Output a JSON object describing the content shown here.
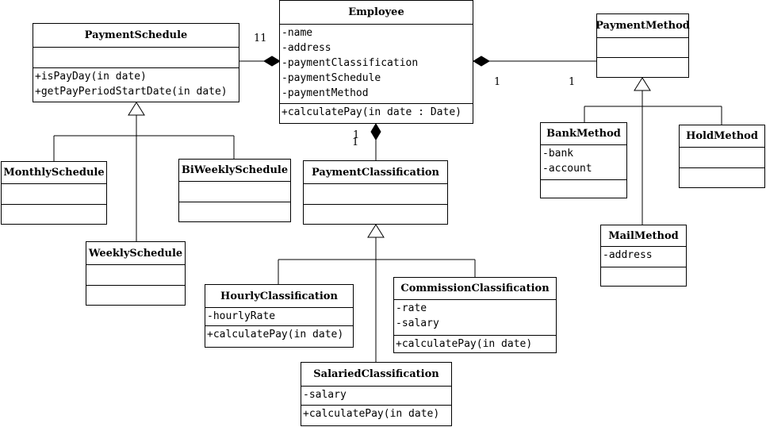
{
  "classes": {
    "employee": {
      "name": "Employee",
      "attributes": [
        "-name",
        "-address",
        "-paymentClassification",
        "-paymentSchedule",
        "-paymentMethod"
      ],
      "operations": [
        "+calculatePay(in date : Date)"
      ]
    },
    "payment_schedule": {
      "name": "PaymentSchedule",
      "attributes": [],
      "operations": [
        "+isPayDay(in date)",
        "+getPayPeriodStartDate(in date)"
      ]
    },
    "payment_method": {
      "name": "PaymentMethod",
      "attributes": [],
      "operations": []
    },
    "payment_classification": {
      "name": "PaymentClassification",
      "attributes": [],
      "operations": []
    },
    "monthly_schedule": {
      "name": "MonthlySchedule",
      "attributes": [],
      "operations": []
    },
    "biweekly_schedule": {
      "name": "BiWeeklySchedule",
      "attributes": [],
      "operations": []
    },
    "weekly_schedule": {
      "name": "WeeklySchedule",
      "attributes": [],
      "operations": []
    },
    "bank_method": {
      "name": "BankMethod",
      "attributes": [
        "-bank",
        "-account"
      ],
      "operations": []
    },
    "hold_method": {
      "name": "HoldMethod",
      "attributes": [],
      "operations": []
    },
    "mail_method": {
      "name": "MailMethod",
      "attributes": [
        "-address"
      ],
      "operations": []
    },
    "hourly_classification": {
      "name": "HourlyClassification",
      "attributes": [
        "-hourlyRate"
      ],
      "operations": [
        "+calculatePay(in date)"
      ]
    },
    "commission_classification": {
      "name": "CommissionClassification",
      "attributes": [
        "-rate",
        "-salary"
      ],
      "operations": [
        "+calculatePay(in date)"
      ]
    },
    "salaried_classification": {
      "name": "SalariedClassification",
      "attributes": [
        "-salary"
      ],
      "operations": [
        "+calculatePay(in date)"
      ]
    }
  },
  "multiplicities": {
    "schedule_end": "11",
    "classification_end": "1",
    "classification_end_2": "1",
    "method_near_employee": "1",
    "method_near_method": "1"
  },
  "colors": {
    "line": "#000000",
    "background": "#ffffff"
  }
}
